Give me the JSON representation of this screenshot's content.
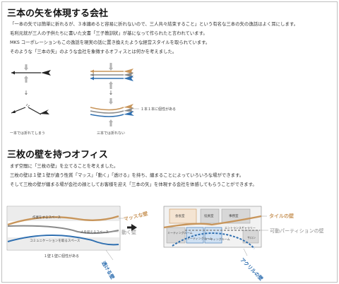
{
  "section1": {
    "title": "三本の矢を体現する会社",
    "paragraphs": [
      "「一本の矢では簡単に折れるが、３本纏めると容易に折れないので、三人共々結束すること」という有名な三本の矢の逸話はよく耳にします。",
      "毛利元就が三人の子供たちに書いた文書「三子教訓状」が基になって作られたと言われています。",
      "MKS コーポレーションもこの逸話を現実の話に置き換えたような経営スタイルを取られています。",
      "そのような「三本の矢」のような会社を象徴するオフィスとは何かを考えました。"
    ],
    "captions": {
      "one_arrow": "一本では折れてしまう",
      "three_arrows": "三本では折れない",
      "one_strong": "１本１本に個性がある"
    }
  },
  "section2": {
    "title": "三枚の壁を持つオフィス",
    "paragraphs": [
      "まず空間に「三枚の壁」を立てることを考えました。",
      "三枚の壁は１壁１壁が違う性質「マッス」「動く」「透ける」を持ち、纏まることによっていろいろな場ができます。",
      "そして三枚の壁が纏まる場が会社の顔としてお客様を迎え「三本の矢」を体現する会社を体感してもらうことができます。"
    ],
    "left_diagram": {
      "label_mass_wall": "マッスな壁",
      "label_moving_wall": "動く壁",
      "label_transparent_wall": "透ける壁",
      "top_space": "作業をするスペース",
      "mid_space": "人を迎えるスペース",
      "bottom_space": "コミュニケーションを取るスペース",
      "caption": "１壁１壁に個性がある"
    },
    "right_diagram": {
      "label_tile_wall": "タイルの壁",
      "label_movable_partition": "可動パーティションの壁",
      "label_acrylic_wall": "アクリルの壁",
      "rooms": [
        "会長室",
        "役員室",
        "事務室",
        "ミーティングルーム",
        "ミーティングルーム",
        "ミーティングルーム",
        "エントランスギャラリー",
        "サロン"
      ]
    }
  },
  "colors": {
    "mass_wall": "#c8955a",
    "moving_wall": "#8a8a8a",
    "transparent_wall": "#2f6fb0",
    "light_gray": "#d7d7d7"
  }
}
